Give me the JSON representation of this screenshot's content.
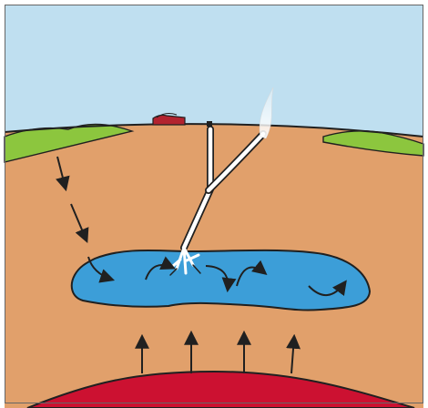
{
  "diagram": {
    "colors": {
      "sky": "#BFDFF0",
      "ground": "#E1A06B",
      "grass": "#8CC63E",
      "reservoir": "#3C9ED8",
      "magma": "#CC1131",
      "building": "#B2232F",
      "outline": "#202020",
      "steam": "#FFFFFF",
      "frame": "#666666"
    },
    "icons": {
      "building": "house-icon",
      "wellhead": "wellhead-icon",
      "steam": "steam-plume-icon",
      "water_arrows": "down-arrow-icon",
      "circulation": "circular-arrow-icon",
      "heat_arrows": "up-arrow-icon"
    },
    "counts": {
      "infiltration_arrows": 3,
      "circulation_arrows": 4,
      "heat_arrows": 4
    }
  }
}
